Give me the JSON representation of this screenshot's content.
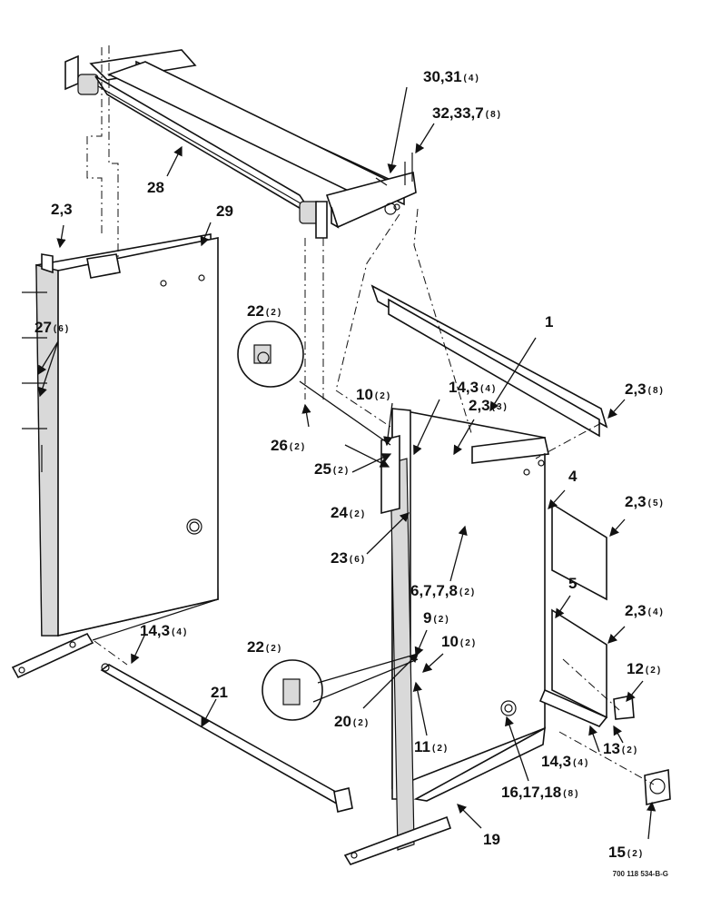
{
  "figure_id": "700 118 534-B-G",
  "callouts": {
    "c1": {
      "num": "1",
      "qty": ""
    },
    "c2": {
      "num": "2,3",
      "qty": ""
    },
    "c3": {
      "num": "2,3",
      "qty": "(8)"
    },
    "c4": {
      "num": "2,3",
      "qty": "(3)"
    },
    "c5": {
      "num": "2,3",
      "qty": "(5)"
    },
    "c6": {
      "num": "2,3",
      "qty": "(4)"
    },
    "c7": {
      "num": "4",
      "qty": ""
    },
    "c8": {
      "num": "5",
      "qty": ""
    },
    "c9": {
      "num": "6,7,7,8",
      "qty": "(2)"
    },
    "c10": {
      "num": "9",
      "qty": "(2)"
    },
    "c11": {
      "num": "10",
      "qty": "(2)"
    },
    "c12": {
      "num": "10",
      "qty": "(2)"
    },
    "c13": {
      "num": "11",
      "qty": "(2)"
    },
    "c14": {
      "num": "12",
      "qty": "(2)"
    },
    "c15": {
      "num": "13",
      "qty": "(2)"
    },
    "c16": {
      "num": "14,3",
      "qty": "(4)"
    },
    "c17": {
      "num": "14,3",
      "qty": "(4)"
    },
    "c18": {
      "num": "14,3",
      "qty": "(4)"
    },
    "c19": {
      "num": "15",
      "qty": "(2)"
    },
    "c20": {
      "num": "16,17,18",
      "qty": "(8)"
    },
    "c21": {
      "num": "19",
      "qty": ""
    },
    "c22": {
      "num": "20",
      "qty": "(2)"
    },
    "c23": {
      "num": "21",
      "qty": ""
    },
    "c24": {
      "num": "22",
      "qty": "(2)"
    },
    "c25": {
      "num": "22",
      "qty": "(2)"
    },
    "c26": {
      "num": "23",
      "qty": "(6)"
    },
    "c27": {
      "num": "24",
      "qty": "(2)"
    },
    "c28": {
      "num": "25",
      "qty": "(2)"
    },
    "c29": {
      "num": "26",
      "qty": "(2)"
    },
    "c30": {
      "num": "27",
      "qty": "(6)"
    },
    "c31": {
      "num": "28",
      "qty": ""
    },
    "c32": {
      "num": "29",
      "qty": ""
    },
    "c33": {
      "num": "30,31",
      "qty": "(4)"
    },
    "c34": {
      "num": "32,33,7",
      "qty": "(8)"
    }
  }
}
